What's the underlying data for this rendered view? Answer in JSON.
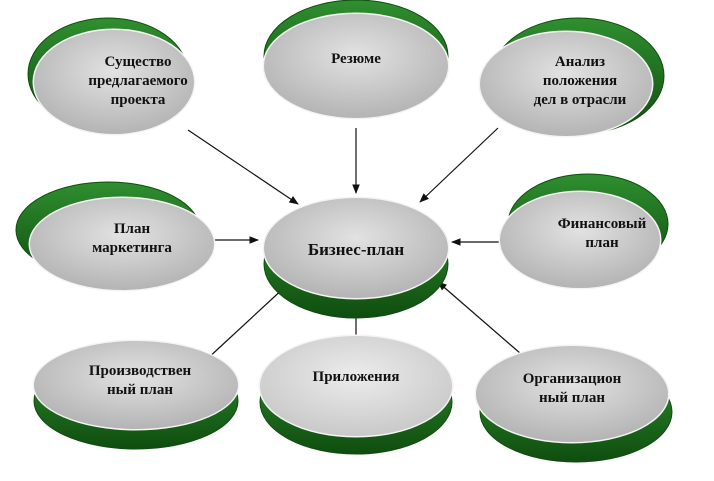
{
  "diagram": {
    "center": {
      "lines": [
        "Бизнес-план"
      ]
    },
    "nodes": [
      {
        "id": "essence",
        "lines": [
          "Существо",
          "предлагаемого",
          "проекта"
        ]
      },
      {
        "id": "summary",
        "lines": [
          "Резюме"
        ]
      },
      {
        "id": "industry",
        "lines": [
          "Анализ",
          "положения",
          "дел в отрасли"
        ]
      },
      {
        "id": "marketing",
        "lines": [
          "План",
          "маркетинга"
        ]
      },
      {
        "id": "financial",
        "lines": [
          "Финансовый",
          "план"
        ]
      },
      {
        "id": "production",
        "lines": [
          "Производствен",
          "ный план"
        ]
      },
      {
        "id": "appendix",
        "lines": [
          "Приложения"
        ]
      },
      {
        "id": "organizational",
        "lines": [
          "Организацион",
          "ный план"
        ]
      }
    ],
    "colors": {
      "disk_green": "#1f7a1f",
      "disk_green_dark": "#0f4d0f",
      "disk_top": "#c4c4c4",
      "disk_top_light": "#d8d8d8",
      "arrow": "#111111"
    }
  }
}
